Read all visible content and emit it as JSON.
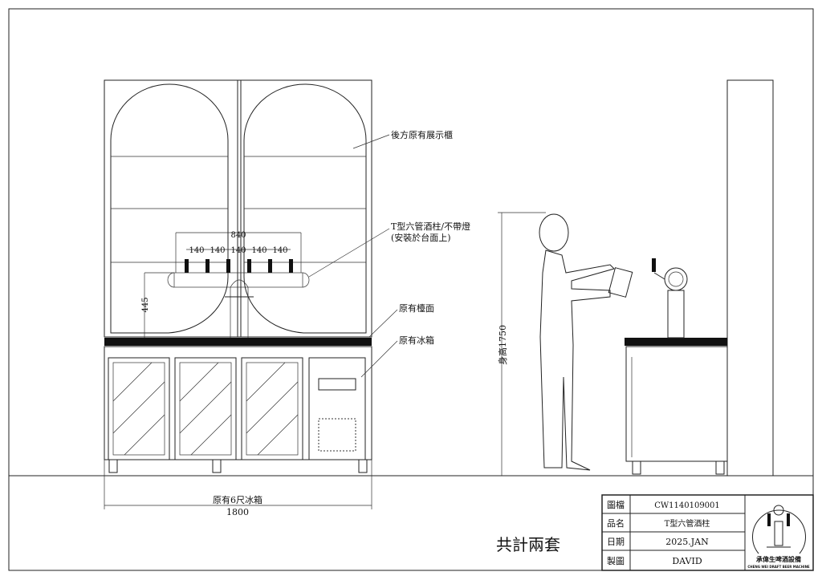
{
  "labels": {
    "display_cabinet": "後方原有展示櫃",
    "tower_line1": "T型六管酒柱/不帶燈",
    "tower_line2": "(安裝於台面上)",
    "countertop": "原有檯面",
    "fridge": "原有冰箱",
    "fridge_bottom": "原有6尺冰箱",
    "total_sets": "共計兩套"
  },
  "dimensions": {
    "overall_width": "1800",
    "tap_span": "840",
    "tap_spacing": [
      "140",
      "140",
      "140",
      "140",
      "140"
    ],
    "tap_height": "445",
    "person_height": "身高1750"
  },
  "title_block": {
    "rows": [
      {
        "label": "圖檔",
        "value": "CW1140109001"
      },
      {
        "label": "品名",
        "value": "T型六管酒柱"
      },
      {
        "label": "日期",
        "value": "2025.JAN"
      },
      {
        "label": "製圖",
        "value": "DAVID"
      }
    ],
    "logo_name": "承偉生啤酒設備",
    "logo_sub": "CHENG WEI DRAFT BEER MACHINE"
  }
}
